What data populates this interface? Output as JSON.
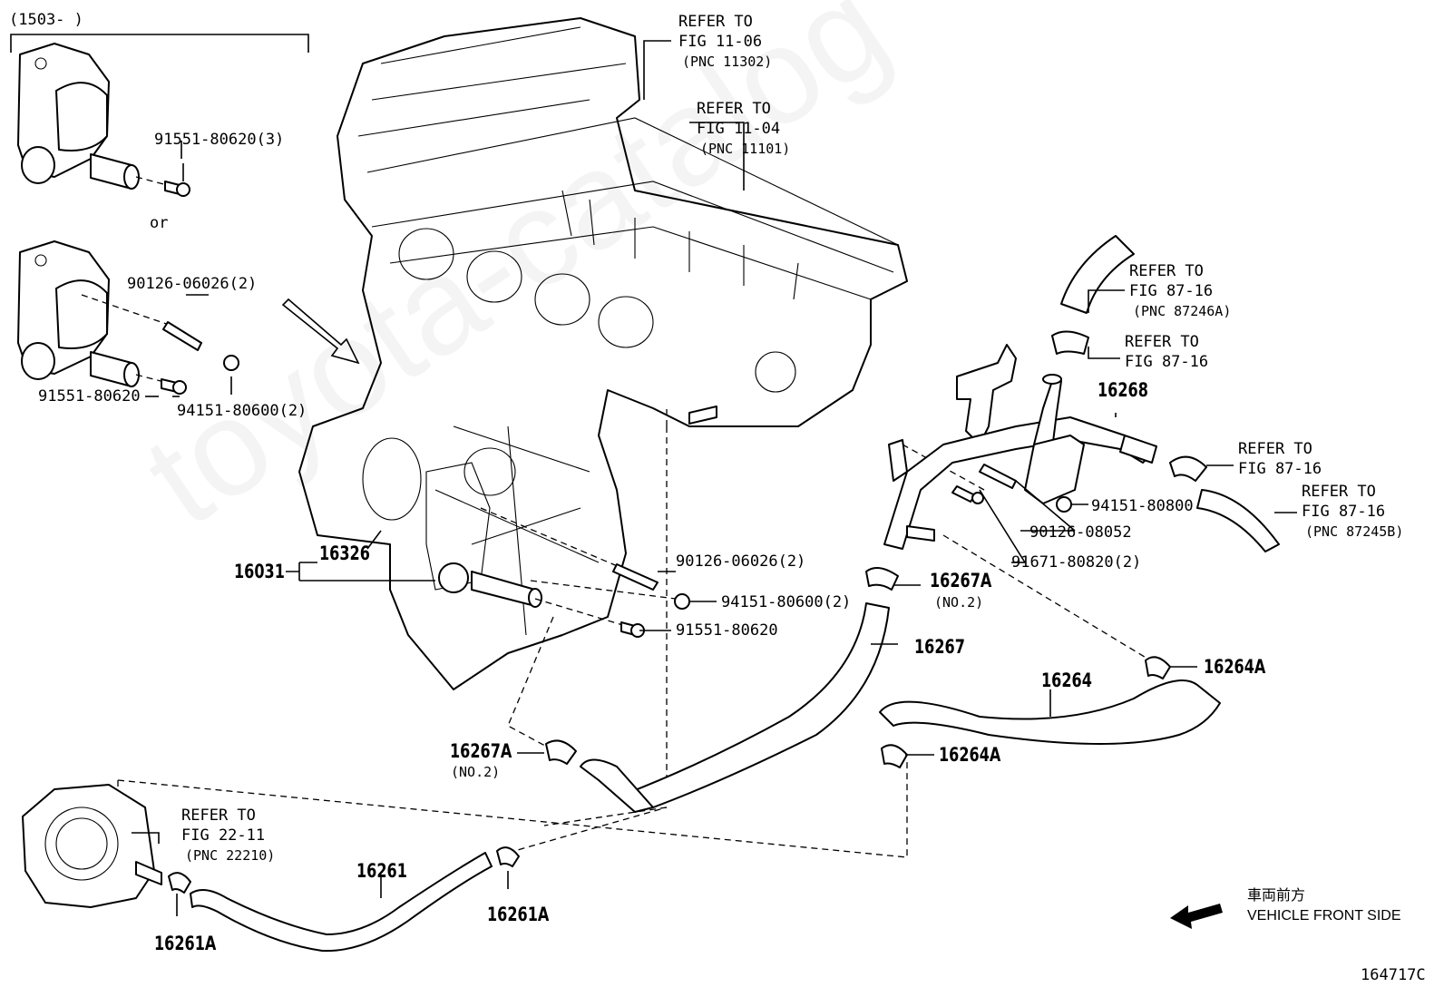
{
  "header": {
    "range_label": "(1503-      )"
  },
  "figure_number": "164717C",
  "or_label": "or",
  "refs": [
    {
      "id": "ref_1106",
      "l1": "REFER TO",
      "l2": "FIG 11-06",
      "l3": "(PNC 11302)"
    },
    {
      "id": "ref_1104",
      "l1": "REFER TO",
      "l2": "FIG 11-04",
      "l3": "(PNC 11101)"
    },
    {
      "id": "ref_8716a",
      "l1": "REFER TO",
      "l2": "FIG 87-16",
      "l3": "(PNC 87246A)"
    },
    {
      "id": "ref_8716b",
      "l1": "REFER TO",
      "l2": "FIG 87-16",
      "l3": ""
    },
    {
      "id": "ref_8716c",
      "l1": "REFER TO",
      "l2": "FIG 87-16",
      "l3": ""
    },
    {
      "id": "ref_8716d",
      "l1": "REFER TO",
      "l2": "FIG 87-16",
      "l3": "(PNC 87245B)"
    },
    {
      "id": "ref_2211",
      "l1": "REFER TO",
      "l2": "FIG 22-11",
      "l3": "(PNC 22210)"
    }
  ],
  "parts_small": [
    "91551-80620(3)",
    "90126-06026(2)",
    "91551-80620",
    "94151-80600(2)",
    "90126-06026(2)",
    "94151-80600(2)",
    "91551-80620",
    "94151-80800",
    "90126-08052",
    "91671-80820(2)"
  ],
  "parts_big": [
    "16326",
    "16031",
    "16268",
    "16267A",
    "16267",
    "16264A",
    "16264",
    "16267A",
    "16264A",
    "16261",
    "16261A",
    "16261A"
  ],
  "no2_label": "(NO.2)",
  "direction": {
    "jp": "車両前方",
    "en": "VEHICLE FRONT SIDE"
  }
}
